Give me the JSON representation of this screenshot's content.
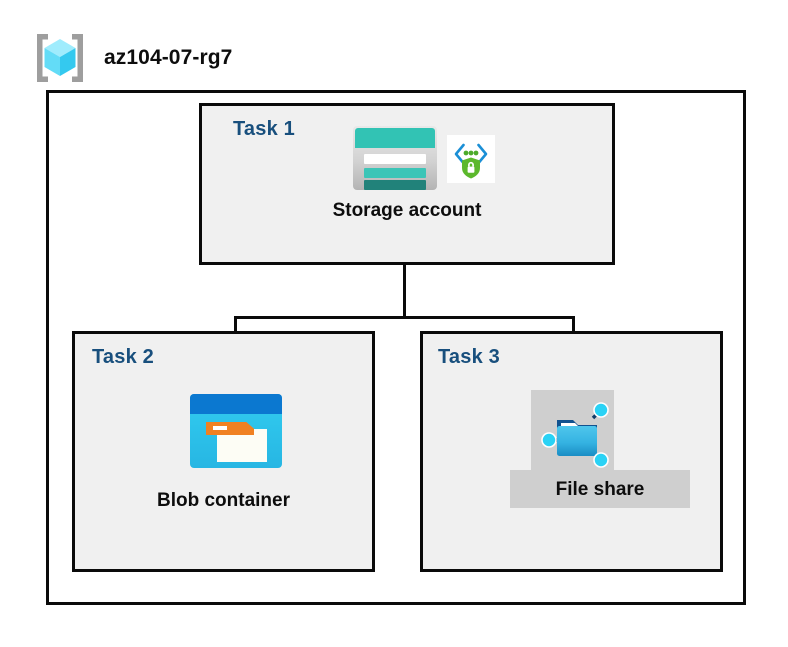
{
  "header": {
    "resource_group_name": "az104-07-rg7",
    "icon": "resource-group-cube-icon"
  },
  "diagram": {
    "type": "azure-architecture-hierarchy",
    "container_label": "resource-group-container",
    "tasks": [
      {
        "id": "task1",
        "label": "Task 1",
        "node_caption": "Storage account",
        "icons": [
          "storage-account-icon",
          "secure-endpoint-icon"
        ],
        "highlighted": false
      },
      {
        "id": "task2",
        "label": "Task 2",
        "node_caption": "Blob container",
        "icons": [
          "blob-container-icon"
        ],
        "highlighted": false
      },
      {
        "id": "task3",
        "label": "Task 3",
        "node_caption": "File share",
        "icons": [
          "file-share-icon"
        ],
        "highlighted": true
      }
    ],
    "connections": [
      {
        "from": "task1",
        "to": "task2"
      },
      {
        "from": "task1",
        "to": "task3"
      }
    ]
  },
  "colors": {
    "task_label": "#184f7d",
    "caption": "#0d0d0d",
    "box_border": "#0a0a0a",
    "box_fill": "#f0f0f0",
    "canvas": "#ffffff",
    "highlight_plate": "#cfcfcf",
    "storage_teal": "#32c3b4",
    "storage_teal_dark": "#21827a",
    "blob_blue": "#0b78d0",
    "blob_cyan": "#32cdf0",
    "blob_orange": "#f08122",
    "fileshare_blue": "#29a8dd",
    "fileshare_node": "#2ad2f5",
    "endpoint_green": "#4cab2a",
    "endpoint_blue": "#1b8fd6",
    "rg_cube_cyan": "#6fe3fb",
    "rg_bracket_gray": "#9e9e9e"
  }
}
